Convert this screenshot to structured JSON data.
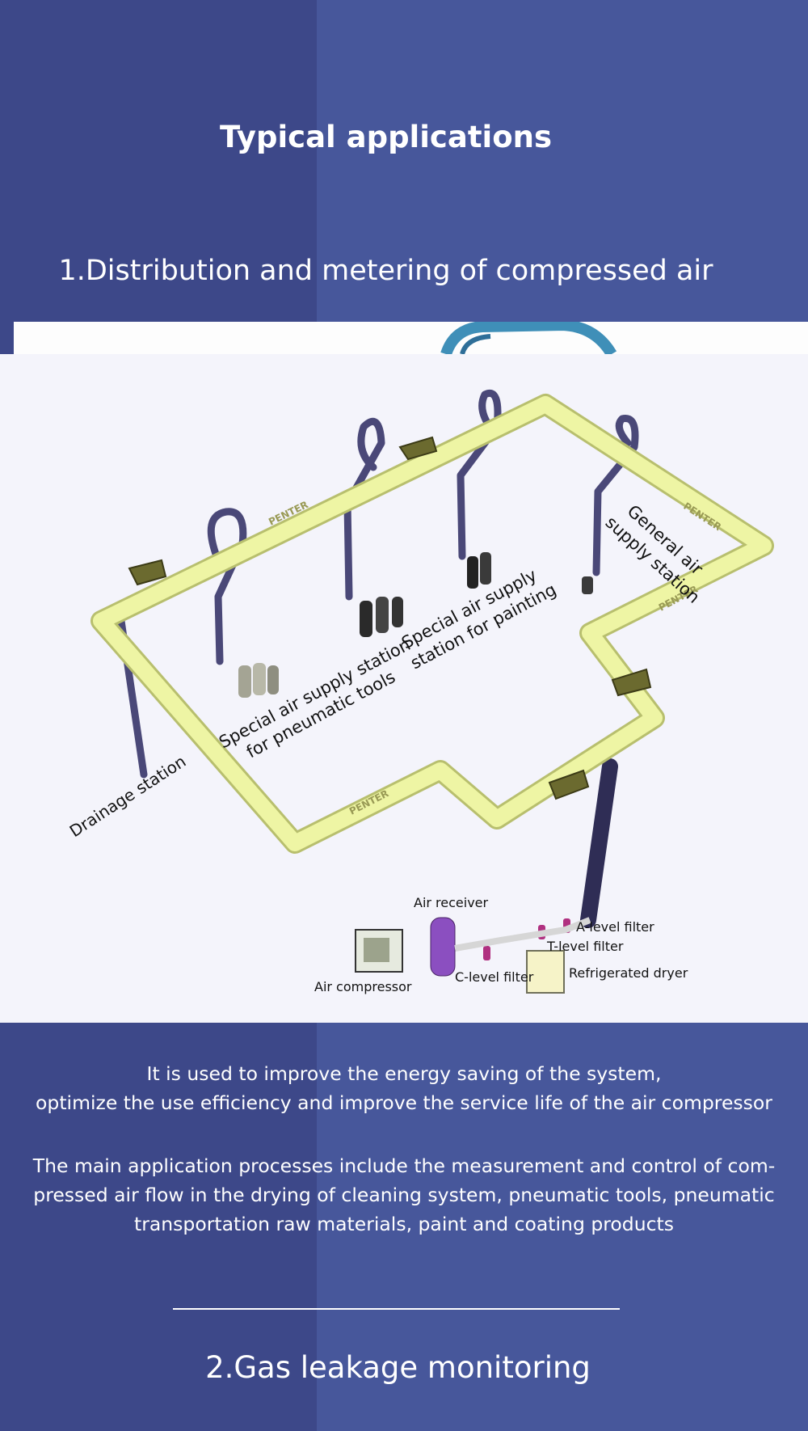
{
  "page": {
    "title": "Typical applications",
    "section1_title": "1.Distribution and metering of compressed air",
    "section2_title": "2.Gas leakage monitoring"
  },
  "diagram": {
    "labels": {
      "general_station_line1": "General air",
      "general_station_line2": "supply station",
      "painting_line1": "Special air supply",
      "painting_line2": "station for painting",
      "pneumatic_line1": "Special air supply station",
      "pneumatic_line2": "for pneumatic tools",
      "drainage": "Drainage station",
      "air_receiver": "Air receiver",
      "a_level_filter": "A-level filter",
      "t_level_filter": "T-level filter",
      "refrigerated_dryer": "Refrigerated dryer",
      "c_level_filter": "C-level filter",
      "air_compressor": "Air compressor"
    },
    "pipe_text": "PENTER",
    "colors": {
      "pipe": "#eef5a4",
      "valve": "#6b6a2f",
      "riser": "#4a4878",
      "receiver": "#8b4fc0"
    }
  },
  "paragraphs": {
    "p1_line1": "It is used to improve the energy saving of the system,",
    "p1_line2": "optimize the use efficiency and improve the service life of the air compressor",
    "p2_line1": "The main application processes include the measurement and control of com-",
    "p2_line2": "pressed air flow in the drying of cleaning system, pneumatic tools, pneumatic",
    "p2_line3": "transportation raw materials, paint and coating products"
  },
  "colors": {
    "background_dark": "#3d4889",
    "background_light": "#47579b",
    "text": "#ffffff"
  }
}
